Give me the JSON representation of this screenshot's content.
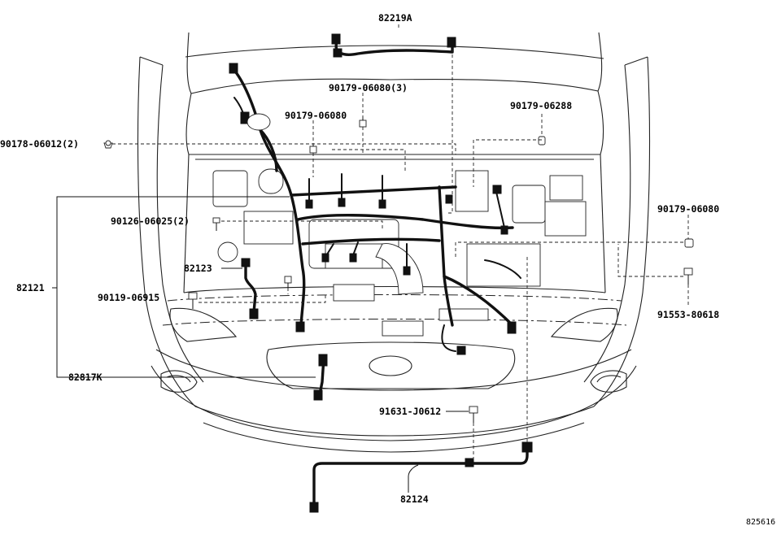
{
  "diagram": {
    "callouts": [
      {
        "id": "c-82219a",
        "text": "82219A"
      },
      {
        "id": "c-90179-06080-3",
        "text": "90179-06080(3)"
      },
      {
        "id": "c-90179-06080-a",
        "text": "90179-06080"
      },
      {
        "id": "c-90179-06288",
        "text": "90179-06288"
      },
      {
        "id": "c-90178-06012-2",
        "text": "90178-06012(2)"
      },
      {
        "id": "c-90126-06025-2",
        "text": "90126-06025(2)"
      },
      {
        "id": "c-90179-06080-b",
        "text": "90179-06080"
      },
      {
        "id": "c-82123",
        "text": "82123"
      },
      {
        "id": "c-82121",
        "text": "82121"
      },
      {
        "id": "c-90119-06915",
        "text": "90119-06915"
      },
      {
        "id": "c-91553-80618",
        "text": "91553-80618"
      },
      {
        "id": "c-82817k",
        "text": "82817K"
      },
      {
        "id": "c-91631-j0612",
        "text": "91631-J0612"
      },
      {
        "id": "c-82124",
        "text": "82124"
      }
    ],
    "reference_number": "825616"
  }
}
